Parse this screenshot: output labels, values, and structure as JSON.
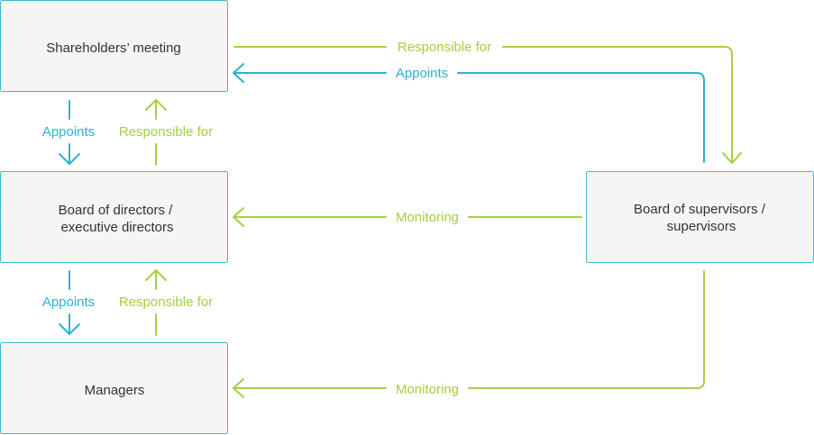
{
  "colors": {
    "green": "#a4cf43",
    "blue": "#2bb3cc",
    "node_fill": "#f5f5f5",
    "node_stroke": "#3bb9d0"
  },
  "nodes": {
    "shareholders": {
      "lines": [
        "Shareholders’ meeting"
      ]
    },
    "directors": {
      "lines": [
        "Board of directors /",
        "executive directors"
      ]
    },
    "managers": {
      "lines": [
        "Managers"
      ]
    },
    "supervisors": {
      "lines": [
        "Board of supervisors /",
        "supervisors"
      ]
    }
  },
  "edges": {
    "sh_to_sup": {
      "label": "Responsible for",
      "color": "green"
    },
    "sup_to_sh": {
      "label": "Appoints",
      "color": "blue"
    },
    "sh_to_dir": {
      "label": "Appoints",
      "color": "blue"
    },
    "dir_to_sh": {
      "label": "Responsible for",
      "color": "green"
    },
    "sup_to_dir": {
      "label": "Monitoring",
      "color": "green"
    },
    "dir_to_mgr": {
      "label": "Appoints",
      "color": "blue"
    },
    "mgr_to_dir": {
      "label": "Responsible for",
      "color": "green"
    },
    "sup_to_mgr": {
      "label": "Monitoring",
      "color": "green"
    }
  }
}
